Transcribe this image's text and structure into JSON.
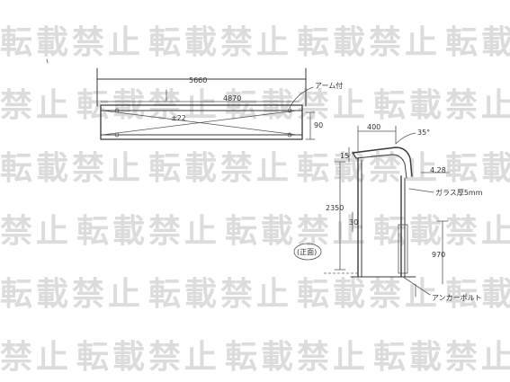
{
  "watermark": {
    "text": "転載禁止"
  },
  "top_view": {
    "overall_width": "5660",
    "span_label": "4870",
    "center_mark": "±22",
    "right_note": "アーム付",
    "height_dim": "90"
  },
  "side_view": {
    "top_dim": "400",
    "angle_dim": "35°",
    "left_small_dim": "15",
    "right_small_dim": "4.28",
    "note_right": "ガラス厚5mm",
    "height_dim": "2350",
    "inner_dim": "30",
    "base_dim": "970",
    "base_note": "アンカーボルト",
    "section_label": "(正面)"
  },
  "colors": {
    "ink": "#3a3a3a",
    "watermark": "#dcdcdc",
    "background": "#ffffff"
  }
}
